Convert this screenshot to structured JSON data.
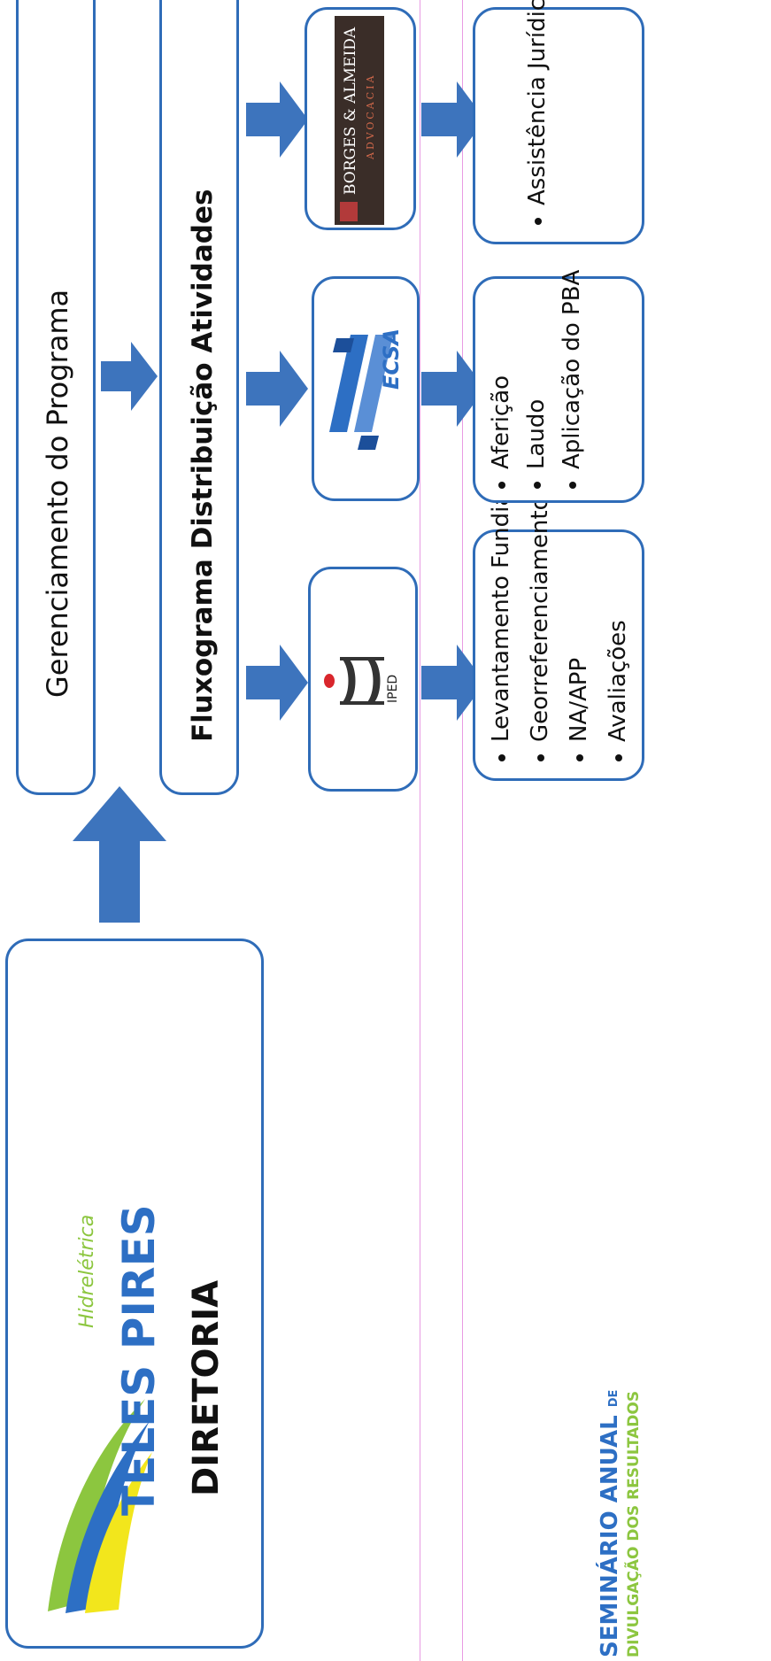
{
  "diagram": {
    "management": "Gerenciamento do Programa",
    "flowchart": "Fluxograma Distribuição Atividades",
    "company": {
      "brand_small": "Hidrelétrica",
      "brand_large": "TELES PIRES",
      "unit": "DIRETORIA"
    },
    "partners": [
      {
        "name": "IPED",
        "items": [
          "Levantamento Fundiário",
          "Georreferenciamento",
          "NA/APP",
          "Avaliações"
        ]
      },
      {
        "name": "ECSA",
        "items": [
          "Aferição",
          "Laudo",
          "Aplicação do PBA"
        ]
      },
      {
        "name": "BORGES & ALMEIDA",
        "subtitle": "ADVOCACIA",
        "items": [
          "Assistência Jurídica"
        ]
      }
    ],
    "footer": {
      "line1_bold": "SEMINÁRIO ANUAL",
      "line1_small": "DE",
      "line2": "DIVULGAÇÃO DOS RESULTADOS"
    }
  },
  "colors": {
    "border": "#2f6cb8",
    "arrow": "#3d74bd",
    "green": "#8cc63f",
    "brand_blue": "#2d6fc4",
    "divider": "#e89be3"
  }
}
